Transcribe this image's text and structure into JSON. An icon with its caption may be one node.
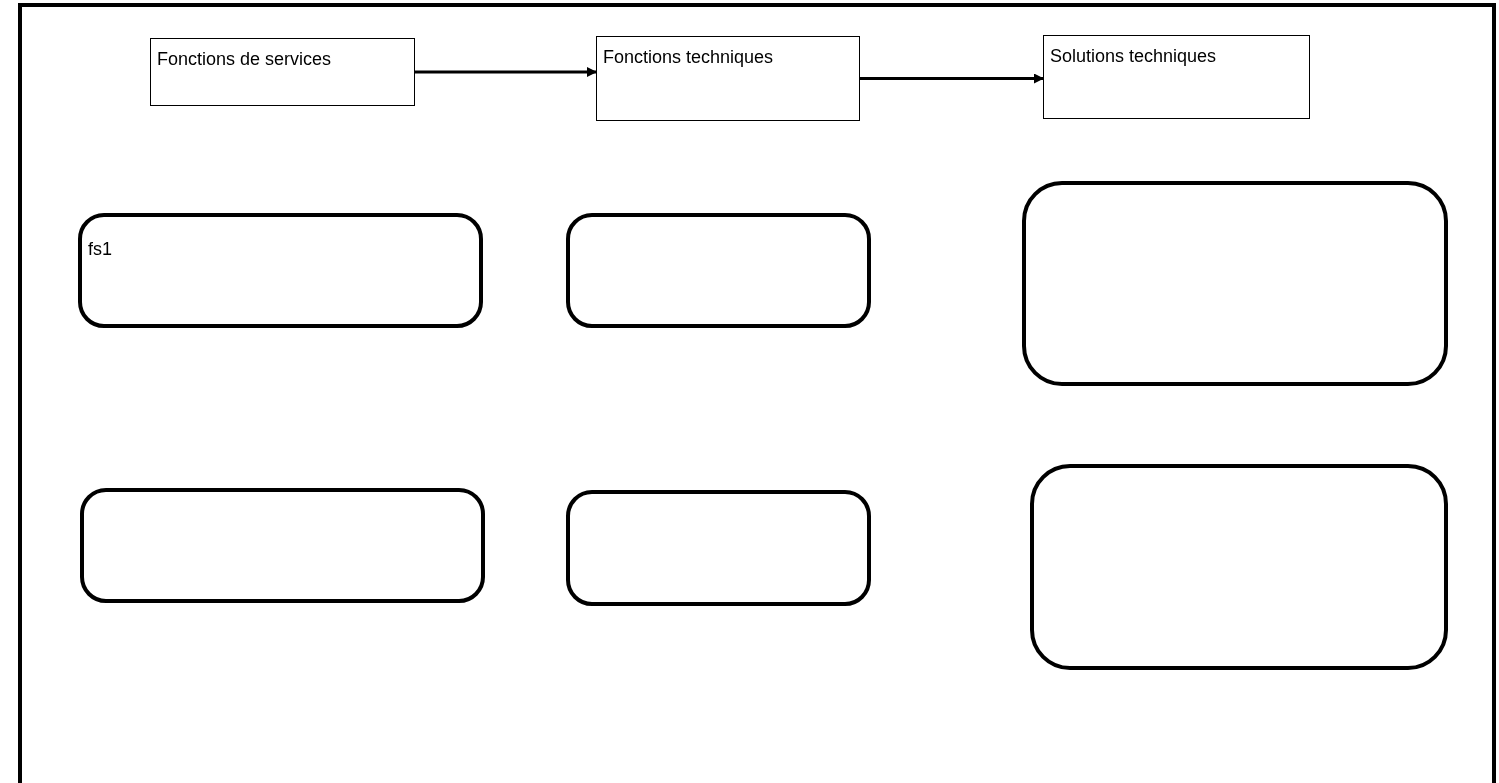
{
  "diagram": {
    "nodes": [
      {
        "text": [
          "Fonctions de services"
        ]
      },
      {
        "text": [
          "Fonctions techniques"
        ]
      },
      {
        "text": [
          "Solutions techniques"
        ]
      },
      {
        "text": [
          "fs1"
        ]
      },
      {
        "text": [],
        "shape": "box"
      },
      {
        "text": [],
        "shape": "box"
      },
      {
        "text": [],
        "shape": "box"
      },
      {
        "text": [],
        "shape": "box"
      },
      {
        "text": [],
        "shape": "box"
      }
    ],
    "edges": [
      {
        "from": 0,
        "to": 1,
        "arrow": "to"
      },
      {
        "from": 1,
        "to": 2,
        "arrow": "to"
      }
    ]
  }
}
